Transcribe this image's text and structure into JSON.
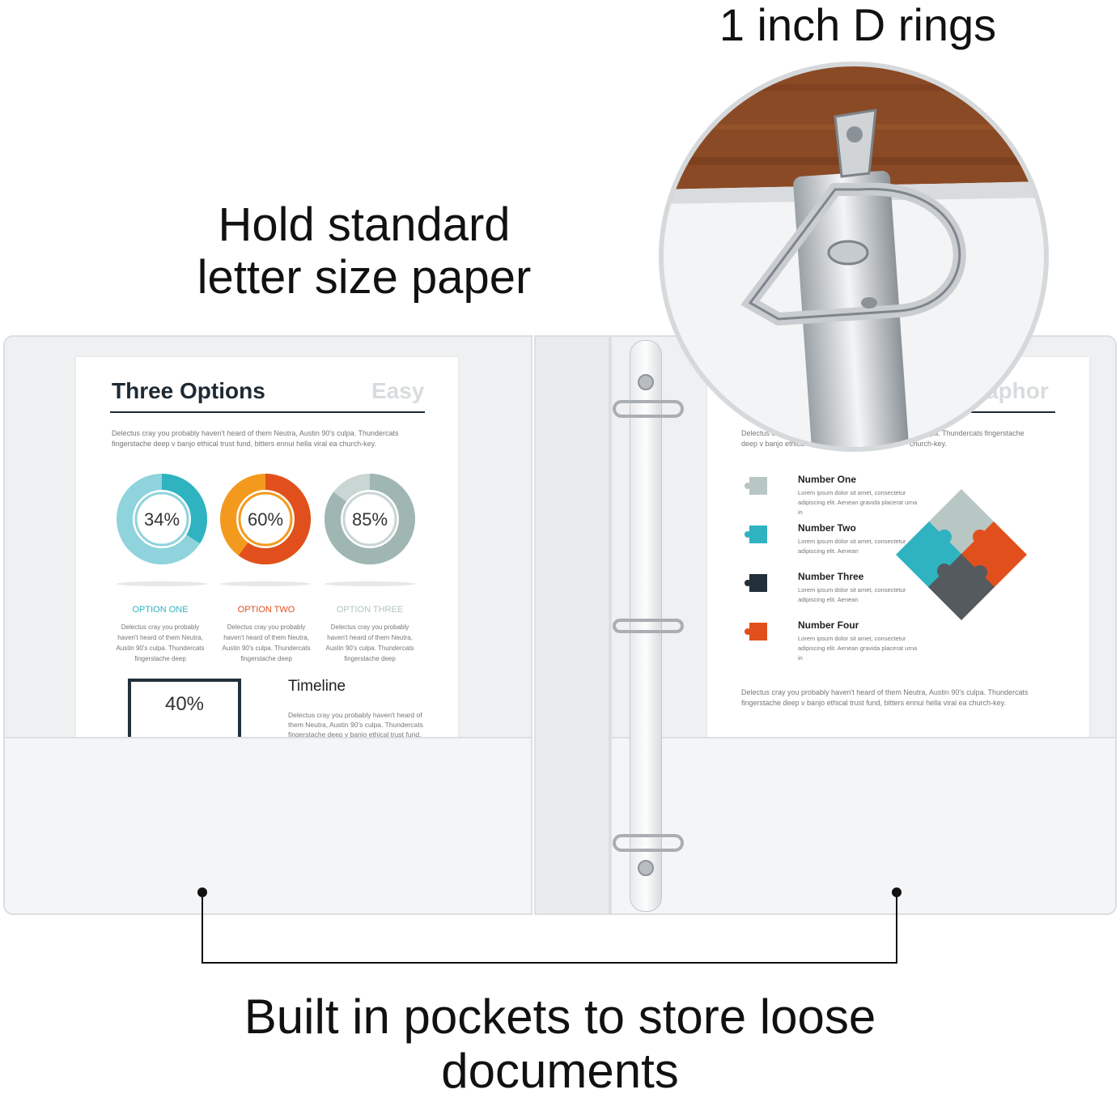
{
  "callouts": {
    "rings": "1 inch D rings",
    "paper_line1": "Hold standard",
    "paper_line2": "letter size paper",
    "pockets": "Built in pockets to store loose documents"
  },
  "left_sheet": {
    "title": "Three Options",
    "title_right": "Easy",
    "intro": "Delectus cray you probably haven't heard of them Neutra, Austin 90's culpa. Thundercats fingerstache deep v banjo ethical trust fund, bitters ennui hella viral ea church-key.",
    "donuts": [
      {
        "percent": 34,
        "label": "34%",
        "option": "OPTION ONE",
        "color": "#2fb3c0",
        "track": "#8fd3dc",
        "text": "Delectus cray you probably haven't heard of them Neutra, Austin 90's culpa. Thundercats fingerstache deep"
      },
      {
        "percent": 60,
        "label": "60%",
        "option": "OPTION TWO",
        "color": "#e1501c",
        "track": "#f39a1e",
        "text": "Delectus cray you probably haven't heard of them Neutra, Austin 90's culpa. Thundercats fingerstache deep"
      },
      {
        "percent": 85,
        "label": "85%",
        "option": "OPTION THREE",
        "color": "#9fb6b2",
        "track": "#c9d6d3",
        "text": "Delectus cray you probably haven't heard of them Neutra, Austin 90's culpa. Thundercats fingerstache deep"
      }
    ],
    "progress_label": "40%",
    "progress_fill": 0.4,
    "timeline_title": "Timeline",
    "timeline_text": "Delectus cray you probably haven't heard of them Neutra, Austin 90's culpa. Thundercats fingerstache deep v banjo ethical trust fund."
  },
  "right_sheet": {
    "title_partial": "aphor",
    "intro_left": "Delectus c",
    "intro_left2": "deep v banjo ethica",
    "intro_right": "0's culpa. Thundercats fingerstache",
    "intro_right2": "church-key.",
    "items": [
      {
        "title": "Number One",
        "text": "Lorem ipsum dolor sit amet, consectetur adipiscing elit. Aenean gravida placerat urna in",
        "color": "#b9c7c4"
      },
      {
        "title": "Number Two",
        "text": "Lorem ipsum dolor sit amet, consectetur adipiscing elit. Aenean",
        "color": "#2fb3c0"
      },
      {
        "title": "Number Three",
        "text": "Lorem ipsum dolor sit amet, consectetur adipiscing elit. Aenean",
        "color": "#22303a"
      },
      {
        "title": "Number Four",
        "text": "Lorem ipsum dolor sit amet, consectetur adipiscing elit. Aenean gravida placerat urna in",
        "color": "#e1501c"
      }
    ],
    "footer": "Delectus cray you probably haven't heard of them Neutra, Austin 90's culpa. Thundercats fingerstache deep v banjo ethical trust fund, bitters ennui hella viral ea church-key."
  },
  "colors": {
    "binder": "#eef0f1",
    "ring_metal": "#c9cdd1",
    "wood": "#8a4a25"
  }
}
